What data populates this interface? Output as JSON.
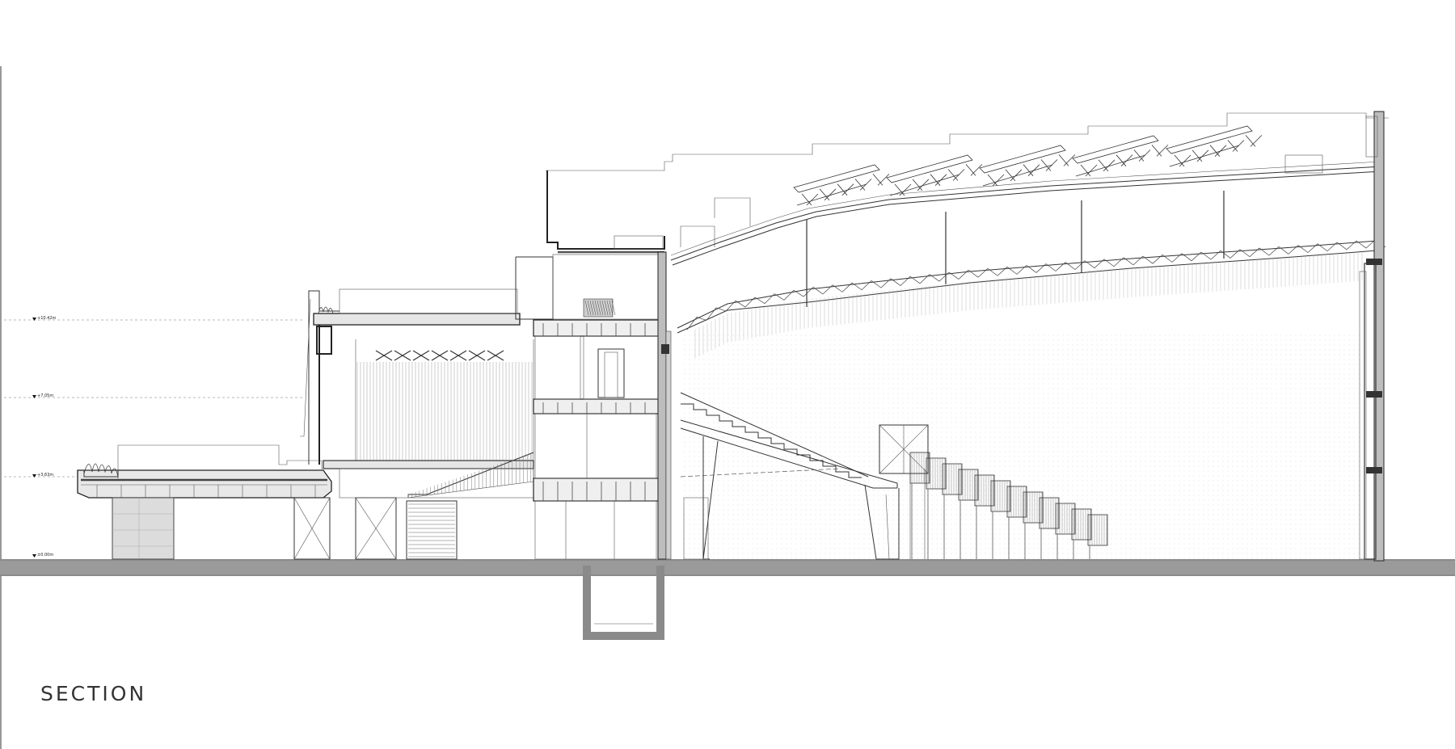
{
  "drawing": {
    "title": "SECTION",
    "levels": [
      {
        "label": "+10.42m",
        "value_m": 10.42
      },
      {
        "label": "+7.05m",
        "value_m": 7.05
      },
      {
        "label": "+3.63m",
        "value_m": 3.63
      },
      {
        "label": "±0.00m",
        "value_m": 0.0
      }
    ]
  },
  "colors": {
    "ground": "#8a8a8a",
    "line": "#333333",
    "background": "#ffffff"
  }
}
